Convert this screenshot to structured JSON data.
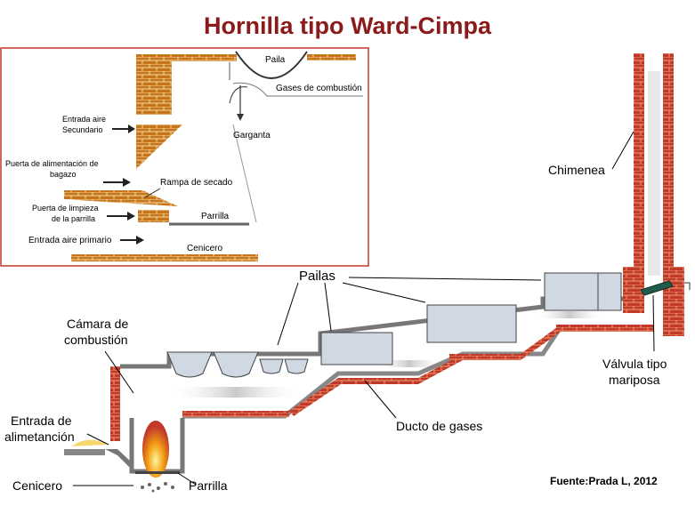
{
  "title": "Hornilla tipo Ward-Cimpa",
  "source": "Fuente:Prada L, 2012",
  "colors": {
    "title": "#8b1a1a",
    "brick": "#c8761e",
    "brick_red": "#c0392b",
    "mortar": "#f5d9a0",
    "inset_border": "#c0392b",
    "paila_fill": "#cfd8e3",
    "duct_gray": "#777777",
    "flame": "#f39c12",
    "valve": "#1f5c4a"
  },
  "inset": {
    "labels": {
      "paila": "Paila",
      "gases": "Gases de combustión",
      "garganta": "Garganta",
      "entrada_secundario_1": "Entrada aire",
      "entrada_secundario_2": "Secundario",
      "puerta_alimentacion_1": "Puerta de alimentación de",
      "puerta_alimentacion_2": "bagazo",
      "rampa": "Rampa de secado",
      "puerta_limpieza_1": "Puerta de limpieza",
      "puerta_limpieza_2": "de la parrilla",
      "parrilla": "Parrilla",
      "entrada_primario": "Entrada aire primario",
      "cenicero": "Cenicero"
    }
  },
  "main": {
    "labels": {
      "pailas": "Pailas",
      "camara_1": "Cámara de",
      "camara_2": "combustión",
      "entrada_1": "Entrada de",
      "entrada_2": "alimetanción",
      "cenicero": "Cenicero",
      "parrilla": "Parrilla",
      "ducto": "Ducto de gases",
      "chimenea": "Chimenea",
      "valvula_1": "Válvula tipo",
      "valvula_2": "mariposa"
    }
  }
}
